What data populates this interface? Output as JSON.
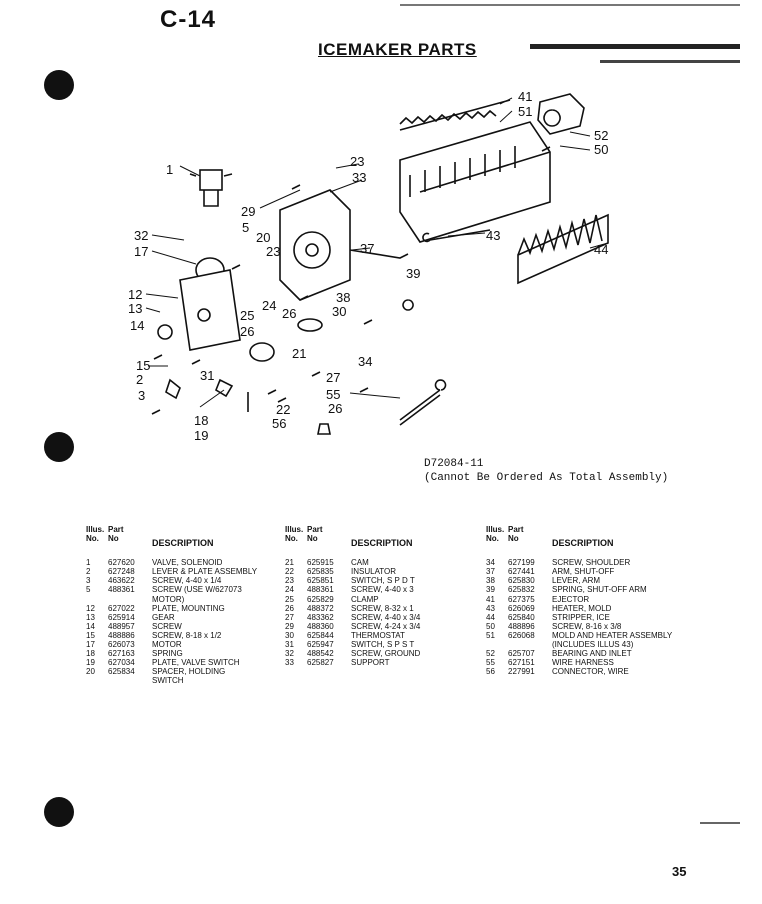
{
  "header": {
    "page_code": "C-14",
    "title": "ICEMAKER PARTS"
  },
  "diagram": {
    "callouts": [
      "1",
      "2",
      "3",
      "5",
      "12",
      "13",
      "14",
      "15",
      "17",
      "18",
      "19",
      "20",
      "21",
      "22",
      "23",
      "24",
      "25",
      "26",
      "26",
      "26",
      "27",
      "29",
      "30",
      "31",
      "32",
      "33",
      "34",
      "37",
      "38",
      "39",
      "41",
      "43",
      "44",
      "50",
      "51",
      "52",
      "55",
      "56"
    ],
    "drawing_number": "D72084-11",
    "note": "(Cannot Be Ordered As Total Assembly)"
  },
  "parts_table": {
    "header_illus": "Illus.",
    "header_part": "Part",
    "header_no_1": "No.",
    "header_no_2": "No",
    "header_desc": "DESCRIPTION",
    "columns": [
      [
        {
          "illus": "1",
          "part": "627620",
          "desc": "VALVE, SOLENOID"
        },
        {
          "illus": "2",
          "part": "627248",
          "desc": "LEVER & PLATE ASSEMBLY"
        },
        {
          "illus": "3",
          "part": "463622",
          "desc": "SCREW, 4-40 x 1/4"
        },
        {
          "illus": "5",
          "part": "488361",
          "desc": "SCREW (USE W/627073\nMOTOR)"
        },
        {
          "illus": "12",
          "part": "627022",
          "desc": "PLATE, MOUNTING"
        },
        {
          "illus": "13",
          "part": "625914",
          "desc": "GEAR"
        },
        {
          "illus": "14",
          "part": "488957",
          "desc": "SCREW"
        },
        {
          "illus": "15",
          "part": "488886",
          "desc": "SCREW, 8-18 x 1/2"
        },
        {
          "illus": "17",
          "part": "626073",
          "desc": "MOTOR"
        },
        {
          "illus": "18",
          "part": "627163",
          "desc": "SPRING"
        },
        {
          "illus": "19",
          "part": "627034",
          "desc": "PLATE, VALVE SWITCH"
        },
        {
          "illus": "20",
          "part": "625834",
          "desc": "SPACER, HOLDING\nSWITCH"
        }
      ],
      [
        {
          "illus": "21",
          "part": "625915",
          "desc": "CAM"
        },
        {
          "illus": "22",
          "part": "625835",
          "desc": "INSULATOR"
        },
        {
          "illus": "23",
          "part": "625851",
          "desc": "SWITCH, S P D T"
        },
        {
          "illus": "24",
          "part": "488361",
          "desc": "SCREW, 4-40 x 3"
        },
        {
          "illus": "25",
          "part": "625829",
          "desc": "CLAMP"
        },
        {
          "illus": "26",
          "part": "488372",
          "desc": "SCREW, 8-32 x 1"
        },
        {
          "illus": "27",
          "part": "483362",
          "desc": "SCREW, 4-40 x 3/4"
        },
        {
          "illus": "29",
          "part": "488360",
          "desc": "SCREW, 4-24 x 3/4"
        },
        {
          "illus": "30",
          "part": "625844",
          "desc": "THERMOSTAT"
        },
        {
          "illus": "31",
          "part": "625947",
          "desc": "SWITCH, S P S T"
        },
        {
          "illus": "32",
          "part": "488542",
          "desc": "SCREW, GROUND"
        },
        {
          "illus": "33",
          "part": "625827",
          "desc": "SUPPORT"
        }
      ],
      [
        {
          "illus": "34",
          "part": "627199",
          "desc": "SCREW, SHOULDER"
        },
        {
          "illus": "37",
          "part": "627441",
          "desc": "ARM, SHUT-OFF"
        },
        {
          "illus": "38",
          "part": "625830",
          "desc": "LEVER, ARM"
        },
        {
          "illus": "39",
          "part": "625832",
          "desc": "SPRING, SHUT-OFF ARM"
        },
        {
          "illus": "41",
          "part": "627375",
          "desc": "EJECTOR"
        },
        {
          "illus": "43",
          "part": "626069",
          "desc": "HEATER, MOLD"
        },
        {
          "illus": "44",
          "part": "625840",
          "desc": "STRIPPER, ICE"
        },
        {
          "illus": "50",
          "part": "488896",
          "desc": "SCREW, 8-16 x 3/8"
        },
        {
          "illus": "51",
          "part": "626068",
          "desc": "MOLD AND HEATER ASSEMBLY\n(INCLUDES ILLUS 43)"
        },
        {
          "illus": "52",
          "part": "625707",
          "desc": "BEARING AND INLET"
        },
        {
          "illus": "55",
          "part": "627151",
          "desc": "WIRE HARNESS"
        },
        {
          "illus": "56",
          "part": "227991",
          "desc": "CONNECTOR, WIRE"
        }
      ]
    ]
  },
  "footer": {
    "page_number": "35"
  }
}
